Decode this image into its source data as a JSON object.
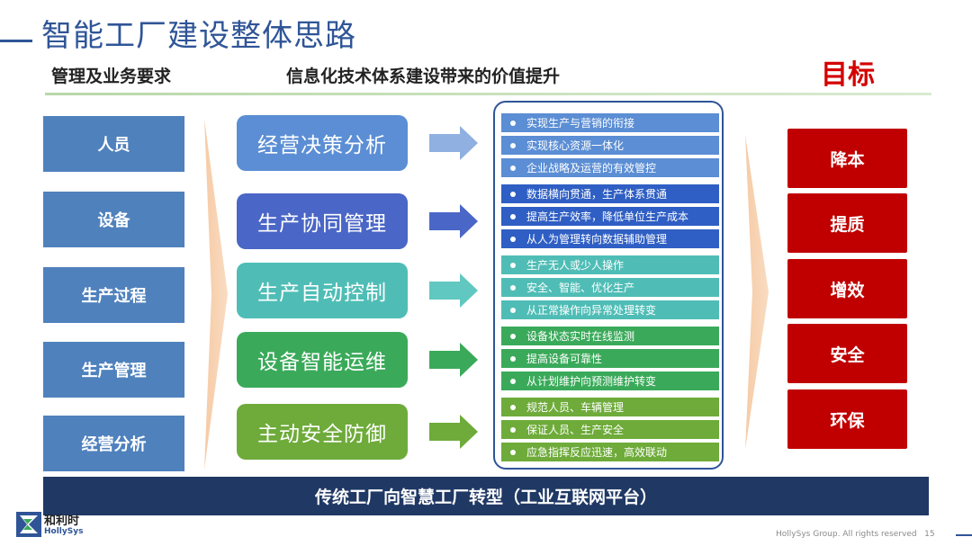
{
  "title": "智能工厂建设整体思路",
  "headers": {
    "left": "管理及业务要求",
    "middle": "信息化技术体系建设带来的价值提升",
    "right": "目标"
  },
  "requirements": [
    "人员",
    "设备",
    "生产过程",
    "生产管理",
    "经营分析"
  ],
  "capabilities": [
    {
      "label": "经营决策分析",
      "color": "#5b8ed4"
    },
    {
      "label": "生产协同管理",
      "color": "#4a66c6"
    },
    {
      "label": "生产自动控制",
      "color": "#4fbdb6"
    },
    {
      "label": "设备智能运维",
      "color": "#3aaa5a"
    },
    {
      "label": "主动安全防御",
      "color": "#6eab3a"
    }
  ],
  "value_groups": [
    {
      "color": "#5b8ed4",
      "items": [
        "实现生产与营销的衔接",
        "实现核心资源一体化",
        "企业战略及运营的有效管控"
      ]
    },
    {
      "color": "#2f5fc4",
      "items": [
        "数据横向贯通，生产体系贯通",
        "提高生产效率，降低单位生产成本",
        "从人为管理转向数据辅助管理"
      ]
    },
    {
      "color": "#4fbdb6",
      "items": [
        "生产无人或少人操作",
        "安全、智能、优化生产",
        "从正常操作向异常处理转变"
      ]
    },
    {
      "color": "#3aaa5a",
      "items": [
        "设备状态实时在线监测",
        "提高设备可靠性",
        "从计划维护向预测维护转变"
      ]
    },
    {
      "color": "#6eab3a",
      "items": [
        "规范人员、车辆管理",
        "保证人员、生产安全",
        "应急指挥反应迅速，高效联动"
      ]
    }
  ],
  "goals": [
    "降本",
    "提质",
    "增效",
    "安全",
    "环保"
  ],
  "banner": "传统工厂向智慧工厂转型（工业互联网平台）",
  "logo": {
    "name": "和利时",
    "sub": "HollySys"
  },
  "footer": {
    "copyright": "HollySys Group. All rights reserved",
    "page": "15"
  },
  "colors": {
    "title": "#2f5597",
    "req_box": "#4f81bd",
    "goal_box": "#c00000",
    "banner": "#1f3864",
    "target": "#d40000"
  }
}
